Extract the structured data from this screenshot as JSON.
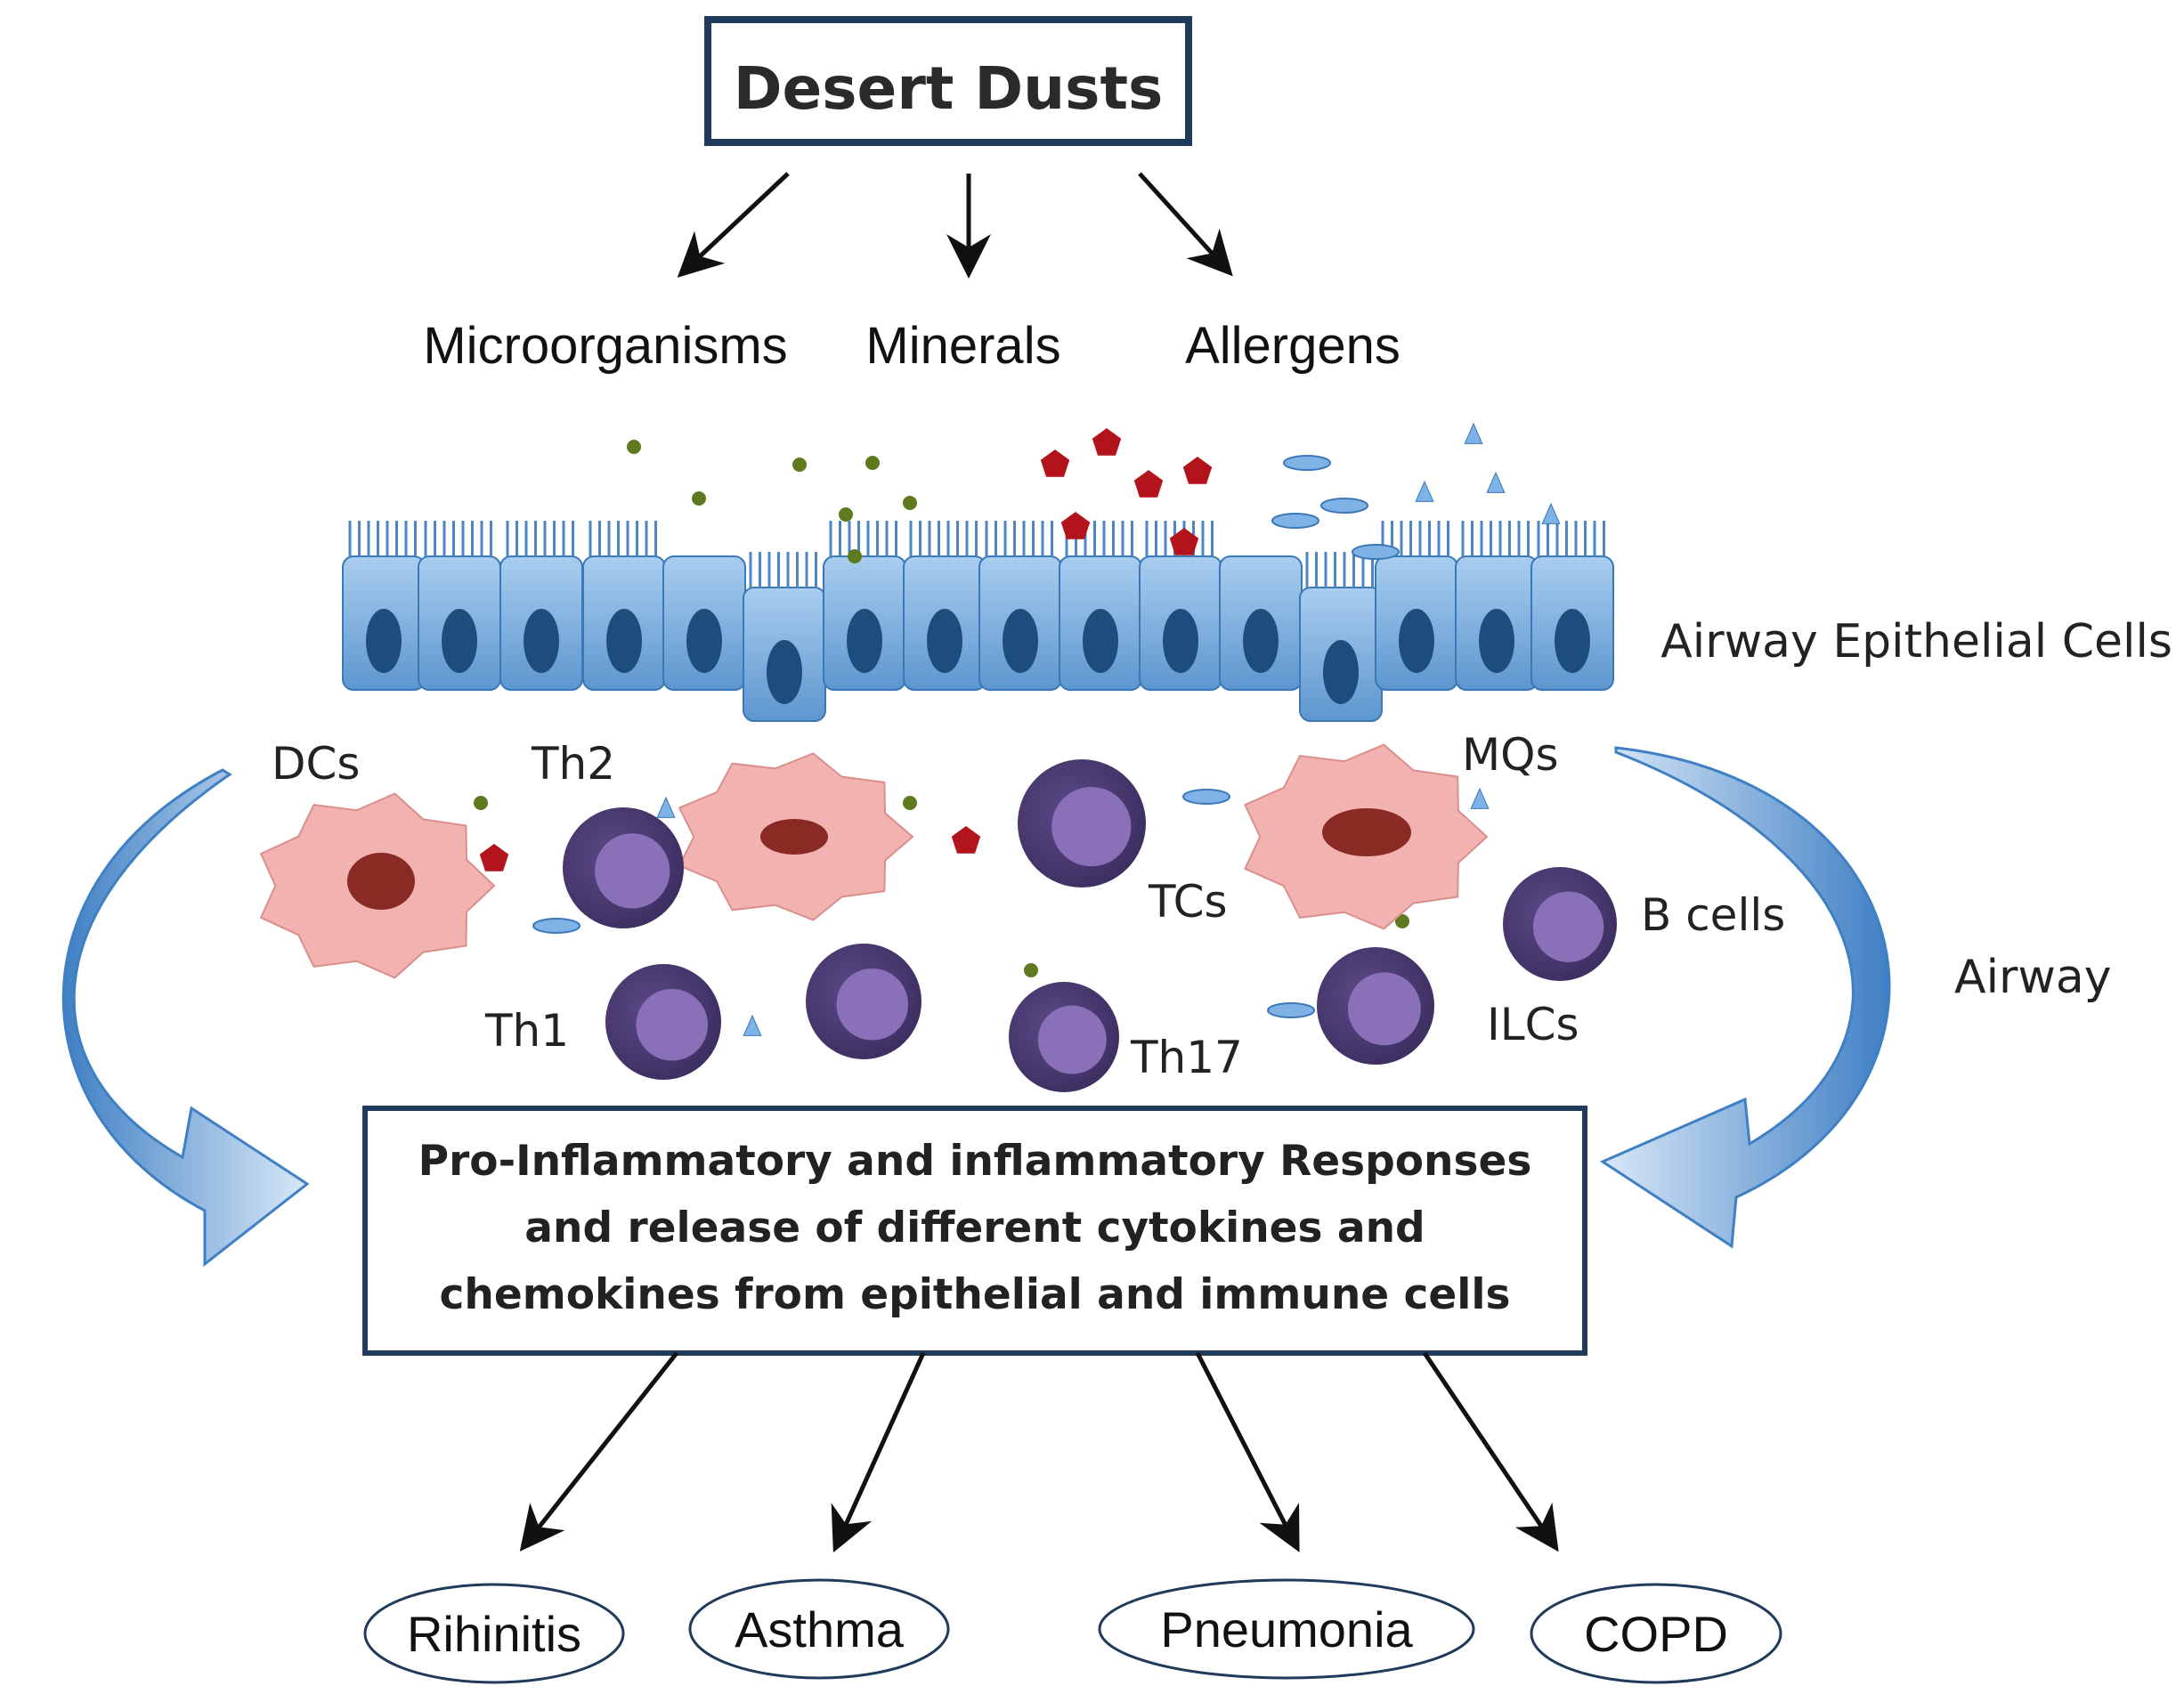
{
  "title": "Desert Dusts",
  "components": [
    "Microorganisms",
    "Minerals",
    "Allergens"
  ],
  "epithelium_label": "Airway Epithelial Cells",
  "airway_label": "Airway",
  "cell_labels": {
    "dcs": "DCs",
    "th2": "Th2",
    "mqs": "MQs",
    "tcs": "TCs",
    "bcells": "B cells",
    "th1": "Th1",
    "th17": "Th17",
    "ilcs": "ILCs"
  },
  "response_lines": [
    "Pro-Inflammatory and inflammatory Responses",
    "and release of different cytokines and",
    "chemokines from epithelial and immune cells"
  ],
  "outcomes": [
    "Rihinitis",
    "Asthma",
    "Pneumonia",
    "COPD"
  ],
  "colors": {
    "box_border": "#1f3a5a",
    "epithelium": "#8fb9e3",
    "nucleus": "#1d4d7d",
    "dendritic": "#f2b3b0",
    "dendritic_nucleus": "#8a2a24",
    "lymphocyte": "#4a3a72",
    "lymphocyte_inner": "#8a70b8",
    "allergen": "#b3141b",
    "microbe": "#5f7a1e",
    "mineral": "#7fb2e6"
  }
}
